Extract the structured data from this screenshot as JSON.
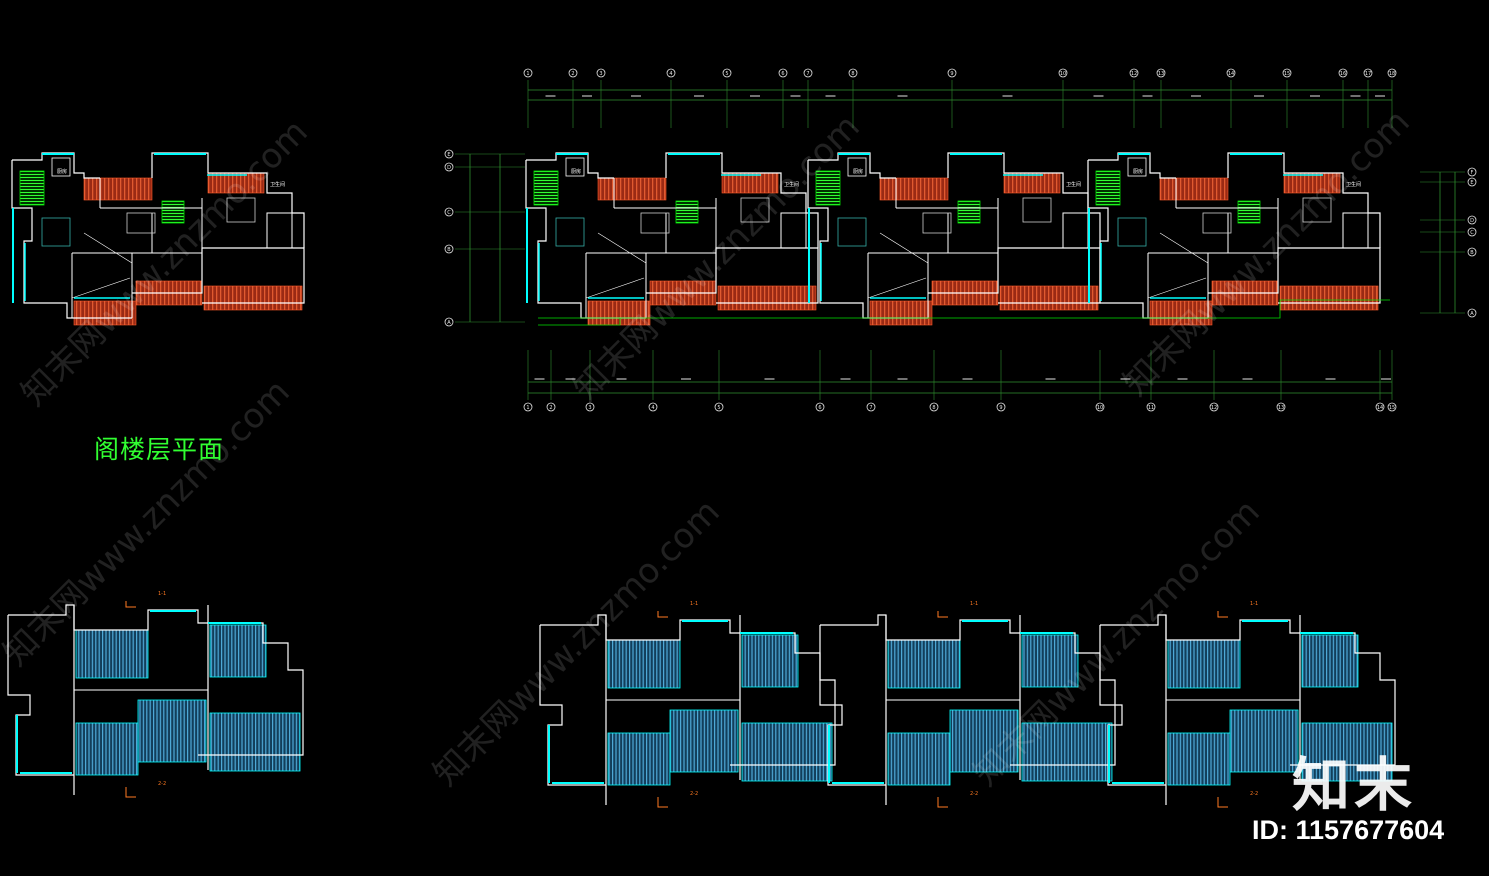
{
  "drawing": {
    "title": "阁楼层平面",
    "brand_logo": "知末",
    "image_id": "ID: 1157677604",
    "watermark": "知末网www.znzmo.com",
    "colors": {
      "background": "#000000",
      "wall": "#ffffff",
      "cyan": "#00ffff",
      "green": "#00e000",
      "dim_line": "#2f8f2f",
      "roof_red": "#b83a1e",
      "roof_blue": "#1e6e9a",
      "annotation": "#ff7a22"
    },
    "icons": [
      "axis-bubble-icon",
      "stair-icon",
      "roof-hatch-icon"
    ],
    "top_axes": [
      "1",
      "2",
      "3",
      "4",
      "5",
      "6",
      "7",
      "8",
      "9",
      "10",
      "12",
      "13",
      "14",
      "15",
      "16",
      "17",
      "18"
    ],
    "bottom_axes": [
      "1",
      "2",
      "3",
      "4",
      "5",
      "6",
      "7",
      "8",
      "9",
      "10",
      "11",
      "12",
      "13",
      "14",
      "15"
    ],
    "left_axes": [
      "E",
      "D",
      "C",
      "B",
      "A"
    ],
    "right_axes": [
      "F",
      "E",
      "D",
      "C",
      "B",
      "A"
    ],
    "room_labels": [
      "厨房",
      "卫生间"
    ],
    "section_marks": [
      "1-1",
      "2-2"
    ]
  }
}
